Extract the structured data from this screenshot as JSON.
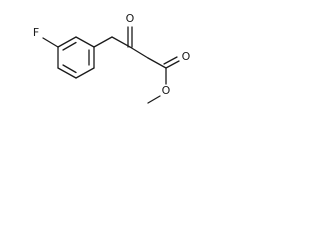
{
  "molecule": {
    "atom_labels": {
      "fluorine": "F",
      "ketone_oxygen": "O",
      "carbonyl_oxygen": "O",
      "ester_oxygen": "O"
    },
    "colors": {
      "bond": "#1a1a1a",
      "background": "#ffffff"
    }
  }
}
